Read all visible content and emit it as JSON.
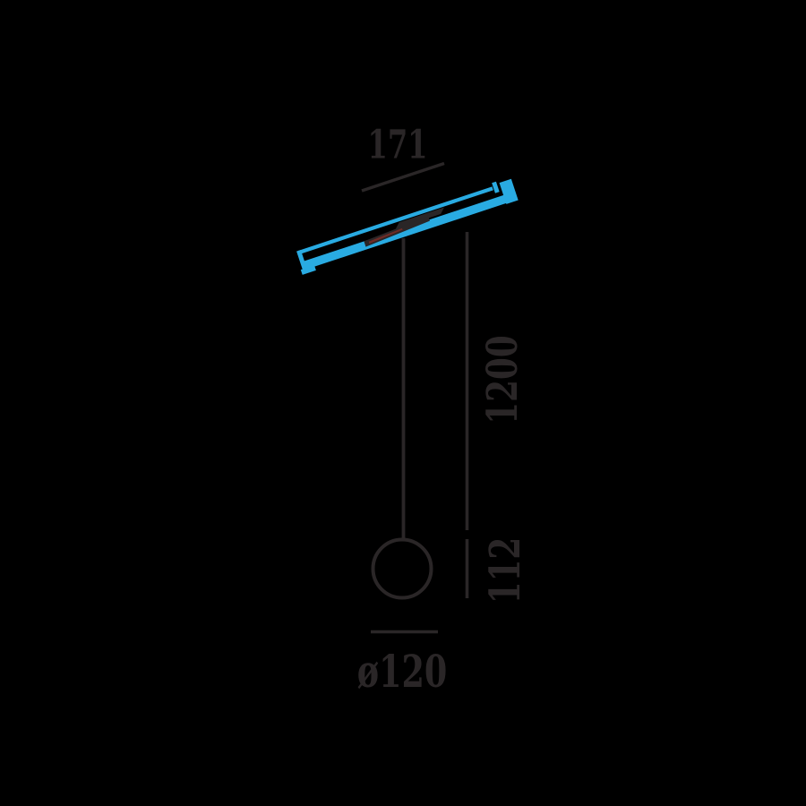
{
  "page": {
    "background": "#000000"
  },
  "drawing": {
    "title": "pendant-luminaire-dimension-drawing",
    "colors": {
      "fixture": "#29ABE2",
      "ink": "#2A2627",
      "adapter_accent": "#6E2B26"
    },
    "dimensions": {
      "track_length_label": "171",
      "suspension_length_label": "1200",
      "sphere_height_label": "112",
      "sphere_diameter_label": "ø120"
    }
  }
}
